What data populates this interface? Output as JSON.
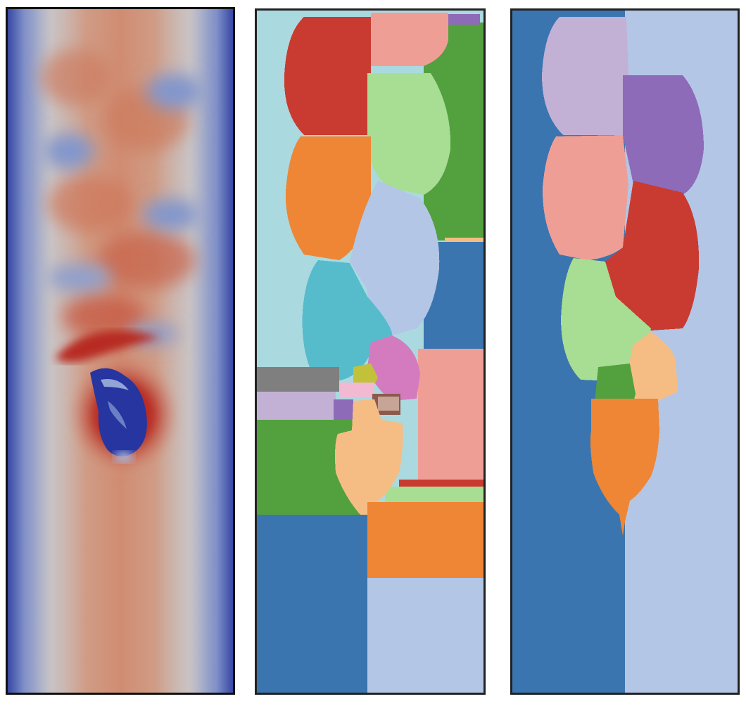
{
  "figure": {
    "panels": [
      {
        "id": "flow-field",
        "kind": "scalar-field",
        "description_color_low": "#2c3fa0",
        "description_color_high": "#c43a2a"
      },
      {
        "id": "fine-segmentation",
        "kind": "segmentation"
      },
      {
        "id": "coarse-segmentation",
        "kind": "segmentation"
      }
    ]
  },
  "colors": {
    "field_low": "#2f43a8",
    "field_mid": "#c9c8cc",
    "field_high": "#c0392b",
    "border": "#111111",
    "seg_light_cyan": "#abd9e0",
    "seg_red": "#c93b30",
    "seg_pink": "#ef9e96",
    "seg_green": "#53a03f",
    "seg_light_green": "#a8dd94",
    "seg_orange": "#ee8635",
    "seg_light_blue": "#b3c6e6",
    "seg_blue": "#3a75b0",
    "seg_teal": "#56bccb",
    "seg_magenta": "#d47bbf",
    "seg_olive": "#c2c13a",
    "seg_gray": "#7f7f7f",
    "seg_lavender": "#c3b1d5",
    "seg_purple": "#8e6bb8",
    "seg_brown": "#8a5a4e",
    "seg_tan": "#c7a496",
    "seg_peach": "#f5bd84",
    "seg_light_pink": "#f2b9d2"
  }
}
